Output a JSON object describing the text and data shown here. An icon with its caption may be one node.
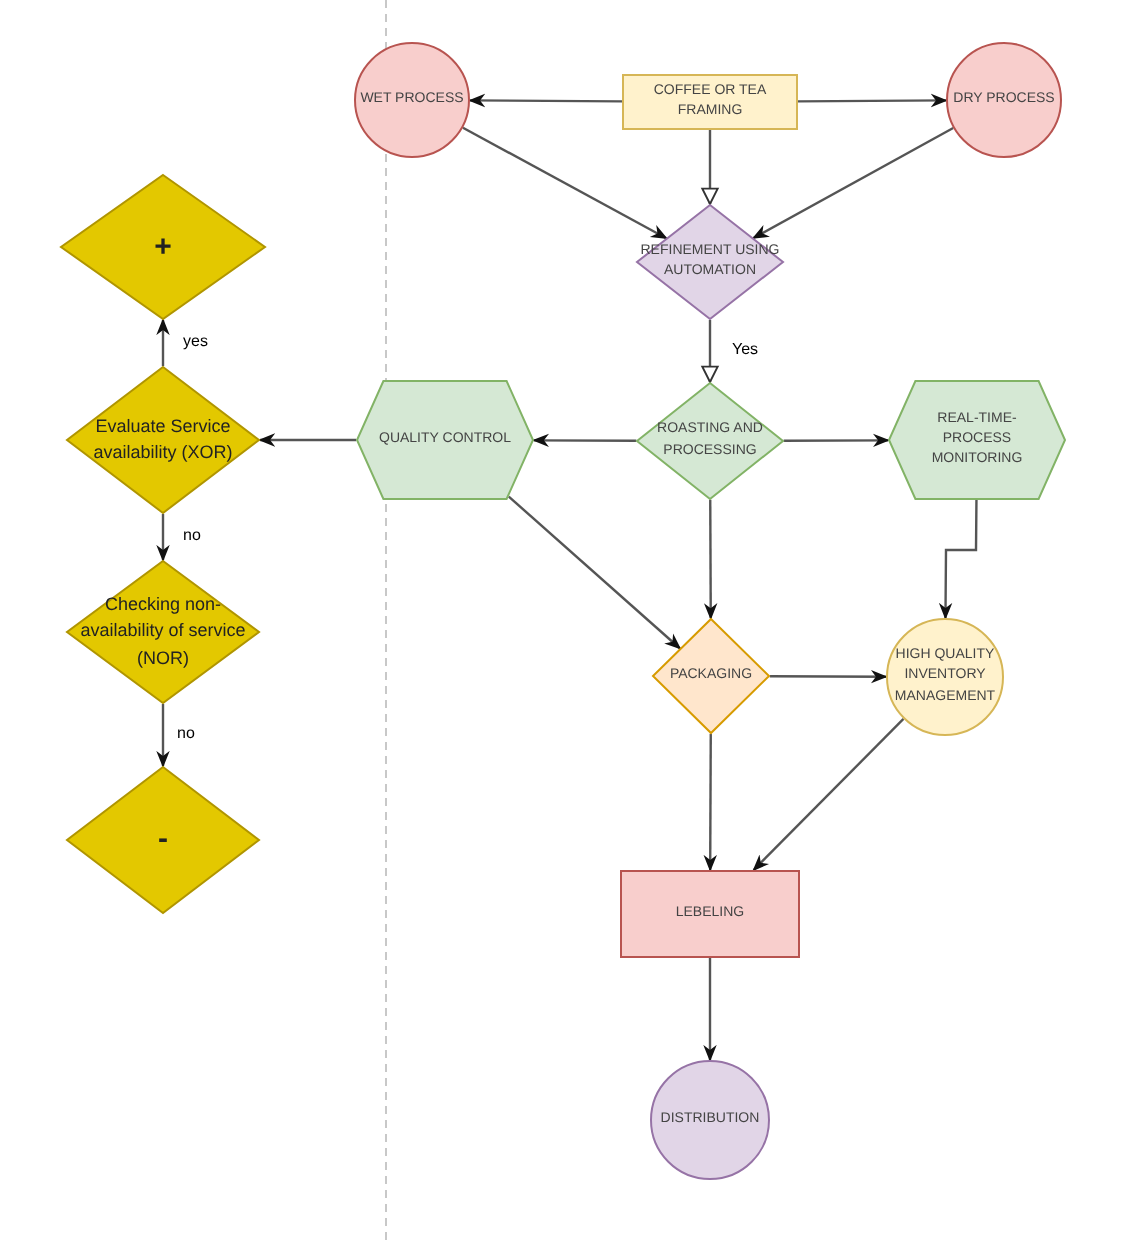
{
  "diagram": {
    "nodes": [
      {
        "text": [
          "COFFEE OR TEA FRAMING"
        ]
      },
      {
        "text": [
          "WET PROCESS"
        ]
      },
      {
        "text": [
          "DRY PROCESS"
        ]
      },
      {
        "text": [
          "REFINEMENT USING AUTOMATION"
        ]
      },
      {
        "text": [
          "ROASTING AND PROCESSING"
        ]
      },
      {
        "text": [
          "QUALITY CONTROL"
        ]
      },
      {
        "text": [
          "REAL-TIME-PROCESS MONITORING"
        ]
      },
      {
        "text": [
          "PACKAGING"
        ]
      },
      {
        "text": [
          "HIGH QUALITY INVENTORY MANAGEMENT"
        ]
      },
      {
        "text": [
          "LEBELING"
        ]
      },
      {
        "text": [
          "DISTRIBUTION"
        ]
      },
      {
        "text": [
          "+"
        ]
      },
      {
        "text": [
          "Evaluate Service availability (XOR)"
        ]
      },
      {
        "text": [
          "Checking non-availability of service (NOR)"
        ]
      },
      {
        "text": [
          "-"
        ]
      }
    ],
    "edges": [
      {
        "from": 0,
        "to": 1,
        "arrow": "to"
      },
      {
        "from": 0,
        "to": 2,
        "arrow": "to"
      },
      {
        "from": 0,
        "to": 3,
        "arrow": "to"
      },
      {
        "from": 1,
        "to": 3,
        "arrow": "to"
      },
      {
        "from": 2,
        "to": 3,
        "arrow": "to"
      },
      {
        "from": 3,
        "to": 4,
        "arrow": "to",
        "label": "Yes"
      },
      {
        "from": 4,
        "to": 5,
        "arrow": "to"
      },
      {
        "from": 4,
        "to": 6,
        "arrow": "to"
      },
      {
        "from": 4,
        "to": 7,
        "arrow": "to"
      },
      {
        "from": 5,
        "to": 7,
        "arrow": "to"
      },
      {
        "from": 5,
        "to": 12,
        "arrow": "to"
      },
      {
        "from": 6,
        "to": 8,
        "arrow": "to"
      },
      {
        "from": 7,
        "to": 8,
        "arrow": "to"
      },
      {
        "from": 8,
        "to": 9,
        "arrow": "to"
      },
      {
        "from": 7,
        "to": 9,
        "arrow": "to"
      },
      {
        "from": 9,
        "to": 10,
        "arrow": "to"
      },
      {
        "from": 12,
        "to": 11,
        "arrow": "to",
        "label": "yes"
      },
      {
        "from": 12,
        "to": 13,
        "arrow": "to",
        "label": "no"
      },
      {
        "from": 13,
        "to": 14,
        "arrow": "to",
        "label": "no"
      }
    ]
  }
}
